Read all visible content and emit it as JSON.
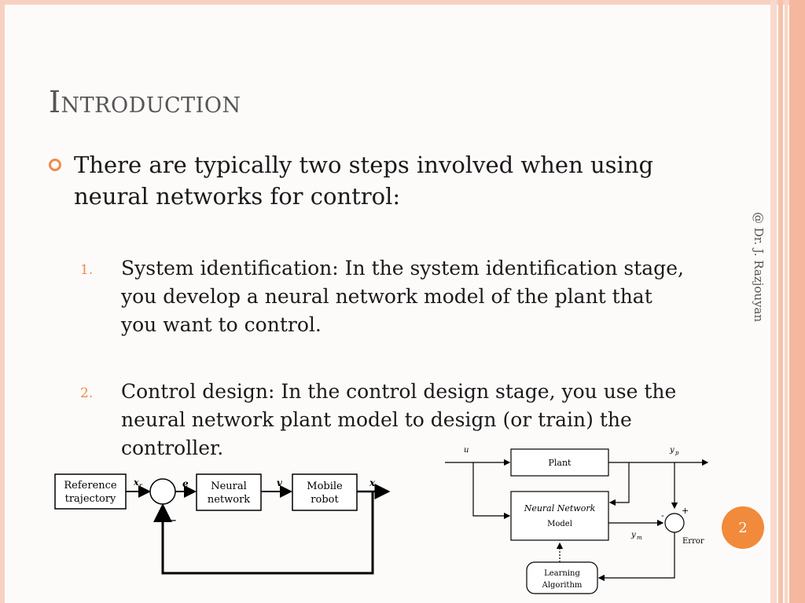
{
  "slide": {
    "title": "Introduction",
    "bullet": "There are typically two steps involved when using neural networks for control:",
    "items": [
      {
        "number": "1.",
        "text": "System identification: In the system identification stage, you develop a neural network model of the plant that you want to control."
      },
      {
        "number": "2.",
        "text": "Control design: In the control design stage, you use the neural network plant model to design (or train) the controller."
      }
    ],
    "watermark": "@ Dr. J. Razjouyan",
    "page_number": "2"
  },
  "diagram_left": {
    "reference": [
      "Reference",
      "trajectory"
    ],
    "xr_label": "x",
    "xr_sub": "r",
    "e_label": "e",
    "neural": [
      "Neural",
      "network"
    ],
    "v_label": "v",
    "mobile": [
      "Mobile",
      "robot"
    ],
    "x_label": "x",
    "minus_label": "−"
  },
  "diagram_right": {
    "u_label": "u",
    "plant": "Plant",
    "yp_label": "y",
    "yp_sub": "p",
    "nn_title": "Neural Network",
    "nn_model": "Model",
    "ym_label": "y",
    "ym_sub": "m",
    "plus": "+",
    "minus": "-",
    "error": "Error",
    "learning": [
      "Learning",
      "Algorithm"
    ]
  },
  "colors": {
    "accent": "#f08a4b",
    "badge": "#f28a3b",
    "border": "#f7d0c0"
  }
}
